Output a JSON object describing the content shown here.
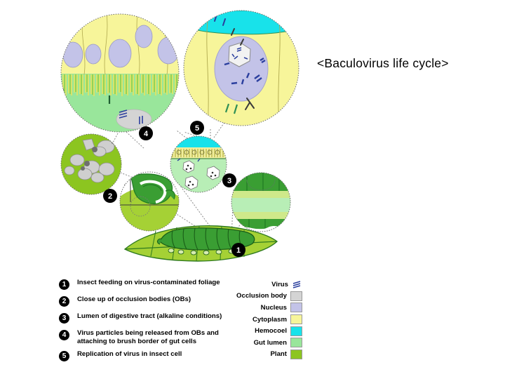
{
  "title": "<Baculovirus  life cycle>",
  "legend": {
    "items": [
      {
        "num": "1",
        "text": "Insect feeding on virus-contaminated foliage"
      },
      {
        "num": "2",
        "text": "Close up of occlusion bodies (OBs)"
      },
      {
        "num": "3",
        "text": "Lumen of digestive tract (alkaline conditions)"
      },
      {
        "num": "4",
        "text": "Virus particles being released from OBs and attaching to brush border of gut cells"
      },
      {
        "num": "5",
        "text": "Replication of virus in insect cell"
      }
    ]
  },
  "key": {
    "items": [
      {
        "label": "Virus",
        "color": "#2b3f9e",
        "icon": "virus-rods-icon"
      },
      {
        "label": "Occlusion body",
        "color": "#d4d4d4",
        "icon": "color-swatch"
      },
      {
        "label": "Nucleus",
        "color": "#c3c3e8",
        "icon": "color-swatch"
      },
      {
        "label": "Cytoplasm",
        "color": "#f7f59a",
        "icon": "color-swatch"
      },
      {
        "label": "Hemocoel",
        "color": "#18e2ea",
        "icon": "color-swatch"
      },
      {
        "label": "Gut lumen",
        "color": "#99e69b",
        "icon": "color-swatch"
      },
      {
        "label": "Plant",
        "color": "#8cc520",
        "icon": "color-swatch"
      }
    ]
  },
  "panels": {
    "p1": {
      "num": "1",
      "name": "caterpillar-on-leaf"
    },
    "p2": {
      "num": "2",
      "name": "occlusion-bodies-closeup"
    },
    "p3": {
      "num": "3",
      "name": "gut-lumen"
    },
    "p4": {
      "num": "4",
      "name": "virus-release-brush-border"
    },
    "p5": {
      "num": "5",
      "name": "virus-replication-in-cell"
    }
  },
  "colors": {
    "cytoplasm": "#f7f59a",
    "nucleus": "#c3c3e8",
    "hemocoel": "#18e2ea",
    "gut_lumen": "#99e69b",
    "gut_lumen_light": "#b8eeb6",
    "plant": "#8cc520",
    "occlusion_body": "#d4d4d4",
    "virus": "#2b3f9e",
    "leaf": "#a5d135",
    "caterpillar": "#3a9e33",
    "caterpillar_dark": "#1f7a23",
    "brush_border": "#f2efa0",
    "outline": "#404040"
  }
}
